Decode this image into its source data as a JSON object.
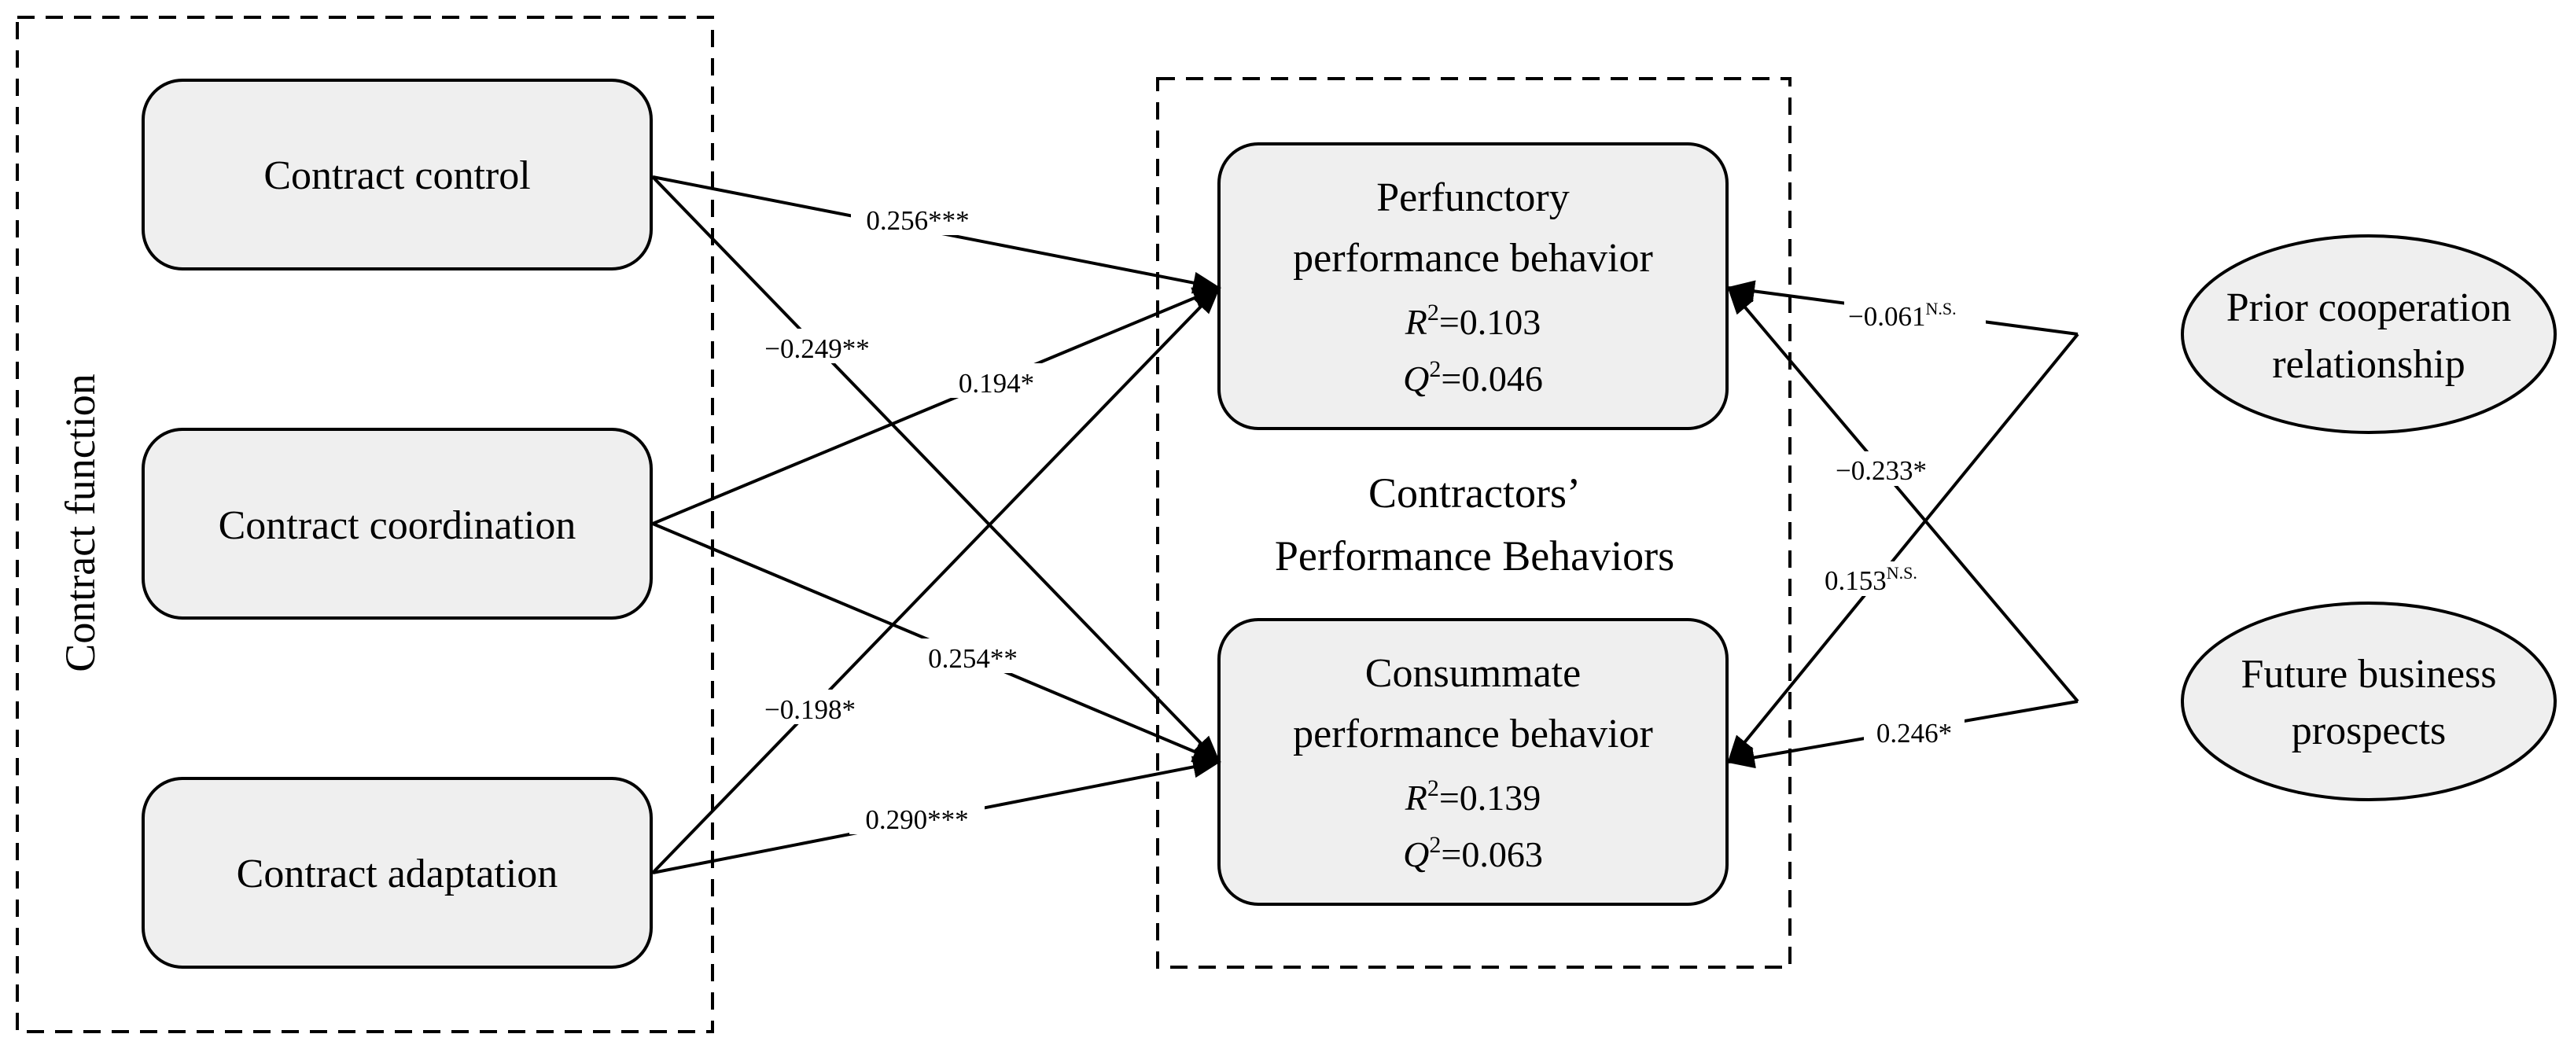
{
  "group_left": {
    "label": "Contract function"
  },
  "group_center": {
    "label_line1": "Contractors’",
    "label_line2": "Performance Behaviors"
  },
  "nodes": {
    "contract_control": "Contract control",
    "contract_coordination": "Contract coordination",
    "contract_adaptation": "Contract adaptation",
    "perfunctory": {
      "line1": "Perfunctory",
      "line2": "performance behavior",
      "r2_symbol": "R",
      "r2_exp": "2",
      "r2_value": "=0.103",
      "q2_symbol": "Q",
      "q2_exp": "2",
      "q2_value": "=0.046"
    },
    "consummate": {
      "line1": "Consummate",
      "line2": "performance behavior",
      "r2_symbol": "R",
      "r2_exp": "2",
      "r2_value": "=0.139",
      "q2_symbol": "Q",
      "q2_exp": "2",
      "q2_value": "=0.063"
    },
    "prior_cooperation": {
      "line1": "Prior cooperation",
      "line2": "relationship"
    },
    "future_business": {
      "line1": "Future business",
      "line2": "prospects"
    }
  },
  "paths": {
    "control_to_perfunctory": "0.256***",
    "control_to_consummate": "−0.249**",
    "coordination_to_perfunctory": "0.194*",
    "coordination_to_consummate": "0.254**",
    "adaptation_to_perfunctory": "−0.198*",
    "adaptation_to_consummate": "0.290***",
    "prior_to_perfunctory": {
      "value": "−0.061",
      "sup": "N.S."
    },
    "future_to_perfunctory": "−0.233*",
    "prior_to_consummate": {
      "value": "0.153",
      "sup": "N.S."
    },
    "future_to_consummate": "0.246*"
  },
  "colors": {
    "box_fill": "#efefef",
    "stroke": "#000000",
    "background": "#ffffff"
  }
}
